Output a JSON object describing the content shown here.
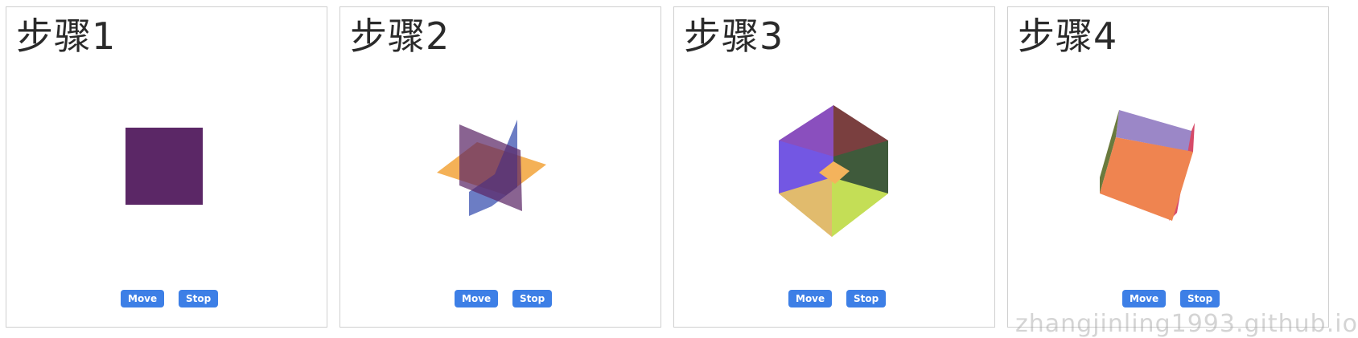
{
  "panels": [
    {
      "title": "步骤1",
      "move_label": "Move",
      "stop_label": "Stop"
    },
    {
      "title": "步骤2",
      "move_label": "Move",
      "stop_label": "Stop"
    },
    {
      "title": "步骤3",
      "move_label": "Move",
      "stop_label": "Stop"
    },
    {
      "title": "步骤4",
      "move_label": "Move",
      "stop_label": "Stop"
    }
  ],
  "watermark": "zhangjinling1993.github.io",
  "colors": {
    "button": "#3d7fe6",
    "border": "#cfcfcf",
    "purple_face": "#5b2766",
    "blue_face": "#3b52b0",
    "orange_face": "#f2a33a",
    "cube_top_left": "#8a4fbe",
    "cube_top_right": "#7a3f3f",
    "cube_left": "#7357e3",
    "cube_right": "#3f5a3b",
    "cube_bottom_left": "#e1bb6d",
    "cube_bottom_right": "#c4de56",
    "cube_inner": "#f4b35c",
    "cube4_front": "#ef8450",
    "cube4_top": "#9b87c7",
    "cube4_right": "#d64a68",
    "cube4_left": "#6a7a3d"
  }
}
